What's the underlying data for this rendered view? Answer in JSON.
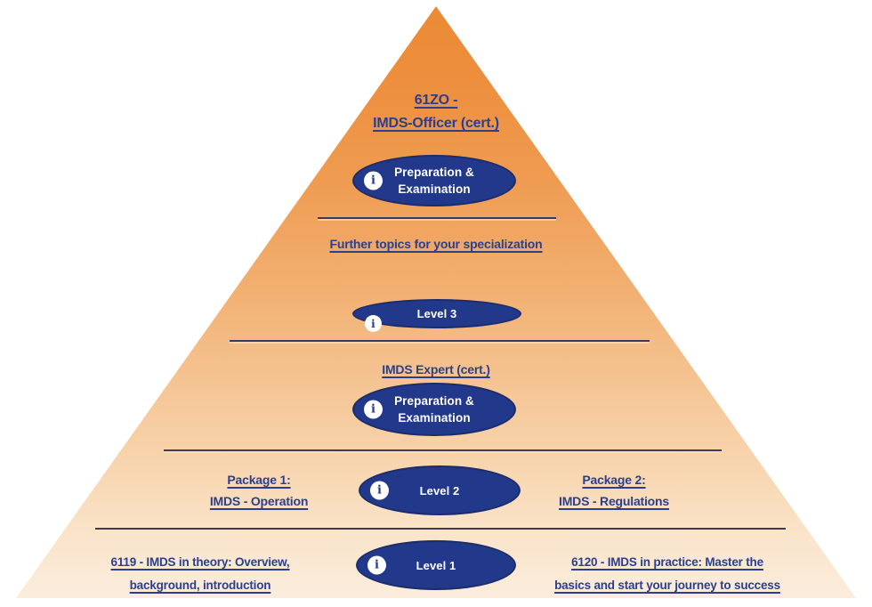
{
  "diagram": {
    "officer": {
      "title_line1": "61ZO -",
      "title_line2": "IMDS-Officer (cert.)",
      "badge_line1": "Preparation &",
      "badge_line2": "Examination"
    },
    "specialization": {
      "title": "Further topics for your specialization",
      "badge": "Level 3"
    },
    "expert": {
      "title": "IMDS Expert (cert.)",
      "badge_line1": "Preparation &",
      "badge_line2": "Examination"
    },
    "level2": {
      "badge": "Level 2",
      "left_title_line1": "Package 1:",
      "left_title_line2": "IMDS - Operation",
      "right_title_line1": "Package 2:",
      "right_title_line2": "IMDS - Regulations"
    },
    "level1": {
      "badge": "Level 1",
      "left_title_line1": "6119 - IMDS in theory: Overview,",
      "left_title_line2": "background, introduction",
      "right_title_line1": "6120 - IMDS in practice: Master the",
      "right_title_line2": "basics and start your journey to success"
    },
    "info_icon": "i",
    "colors": {
      "gradient_top": "#EC8A33",
      "gradient_bottom": "#FBEEDF",
      "navy_text": "#2B3F8E",
      "ellipse_fill": "#22388A",
      "ellipse_border": "#1B2C6B",
      "divider": "#3E3A55",
      "badge_text": "#FFFFFF"
    }
  }
}
